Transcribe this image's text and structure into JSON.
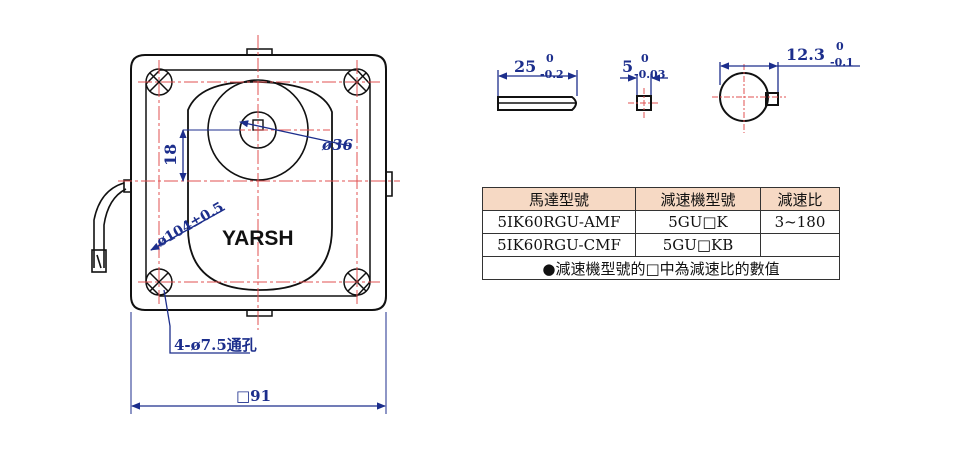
{
  "drawing": {
    "label_18": "18",
    "label_dia36": "ø36",
    "label_dia104": "ø104±0.5",
    "brand": "YARSH",
    "label_holes": "4-ø7.5通孔",
    "label_91": "□91",
    "shaft_length": {
      "main": "25",
      "upper": "0",
      "lower": "-0.2"
    },
    "key_width": {
      "main": "5",
      "upper": "0",
      "lower": "-0.03"
    },
    "shaft_flat": {
      "main": "12.3",
      "upper": "0",
      "lower": "-0.1"
    },
    "colors": {
      "dimension": "#1c2e8c",
      "centerline": "#e05050",
      "outline": "#111111",
      "header_fill": "#f6d9c4"
    }
  },
  "table": {
    "headers": [
      "馬達型號",
      "減速機型號",
      "減速比"
    ],
    "rows": [
      [
        "5IK60RGU-AMF",
        "5GU□K",
        "3~180"
      ],
      [
        "5IK60RGU-CMF",
        "5GU□KB",
        ""
      ]
    ],
    "note": "●減速機型號的□中為減速比的數值"
  }
}
